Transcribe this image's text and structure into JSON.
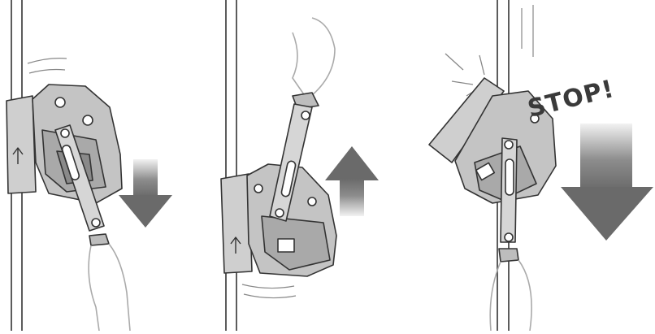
{
  "panels": [
    {
      "id": "panel-1",
      "motion": "down",
      "arrow_icon": "down-arrow-icon",
      "device_icon": "up-arrow-icon"
    },
    {
      "id": "panel-2",
      "motion": "up",
      "arrow_icon": "up-arrow-icon",
      "device_icon": "up-arrow-icon"
    },
    {
      "id": "panel-3",
      "motion": "down",
      "arrow_icon": "down-arrow-icon",
      "device_icon": "none"
    }
  ],
  "stop_text": "STOP!",
  "colors": {
    "stroke": "#333333",
    "device_fill": "#c9c9c9",
    "device_dark": "#8a8a8a",
    "arrow_dark": "#6f6f6f",
    "arrow_light": "#ececec",
    "arm_fill": "#f4f4f4"
  }
}
